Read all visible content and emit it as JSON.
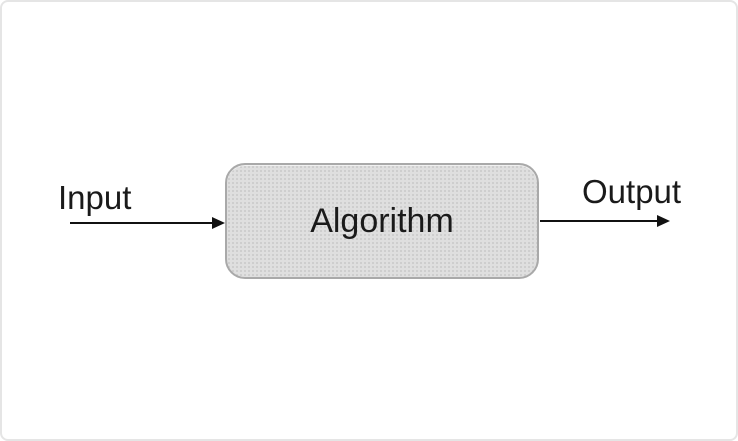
{
  "diagram": {
    "input_label": "Input",
    "algorithm_label": "Algorithm",
    "output_label": "Output"
  },
  "colors": {
    "background": "#ffffff",
    "canvas_border": "#e5e5e5",
    "box_fill": "#dfdfdf",
    "box_dot": "#c9c9c9",
    "box_border": "#a9a9a9",
    "text": "#1a1a1a",
    "arrow": "#111111"
  }
}
